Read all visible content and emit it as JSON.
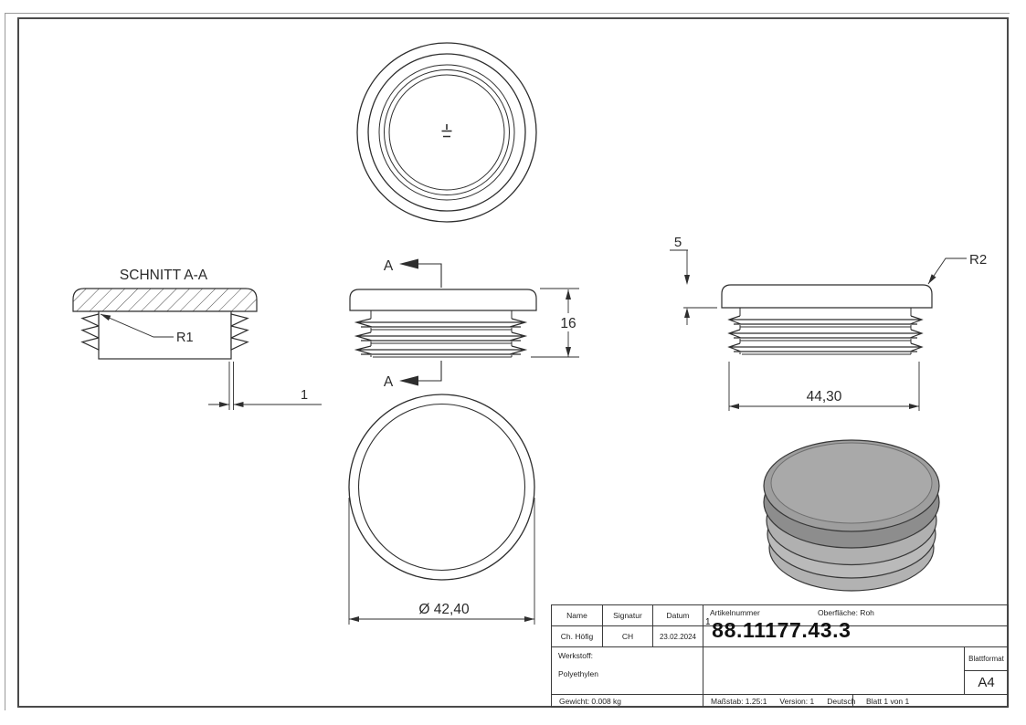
{
  "colors": {
    "line": "#2e2e2e",
    "frame": "#4a4a4a",
    "render_top": "#a9a9a9",
    "render_rim": "#8d8d8d",
    "render_band": "#b4b4b4"
  },
  "labels": {
    "section_title": "SCHNITT A-A",
    "r1": "R1",
    "r2": "R2",
    "dim_wall": "1",
    "dim_height": "16",
    "dim_cap_height": "5",
    "dim_width": "44,30",
    "dim_diameter": "Ø 42,40",
    "section_arrow": "A"
  },
  "title_block": {
    "col_name": "Name",
    "col_signatur": "Signatur",
    "col_datum": "Datum",
    "name": "Ch. Höfig",
    "signatur": "CH",
    "datum": "23.02.2024",
    "artikelnummer_label": "Artikelnummer",
    "oberflaeche": "Oberfläche:  Roh",
    "artikelnummer_sup": "1",
    "artikelnummer": "88.11177.43.3",
    "werkstoff_label": "Werkstoff:",
    "werkstoff": "Polyethylen",
    "blattformat_label": "Blattformat",
    "blattformat": "A4",
    "gewicht": "Gewicht: 0.008 kg",
    "massstab": "Maßstab: 1.25:1",
    "version": "Version: 1",
    "sprache": "Deutsch",
    "blatt": "Blatt 1 von 1"
  }
}
